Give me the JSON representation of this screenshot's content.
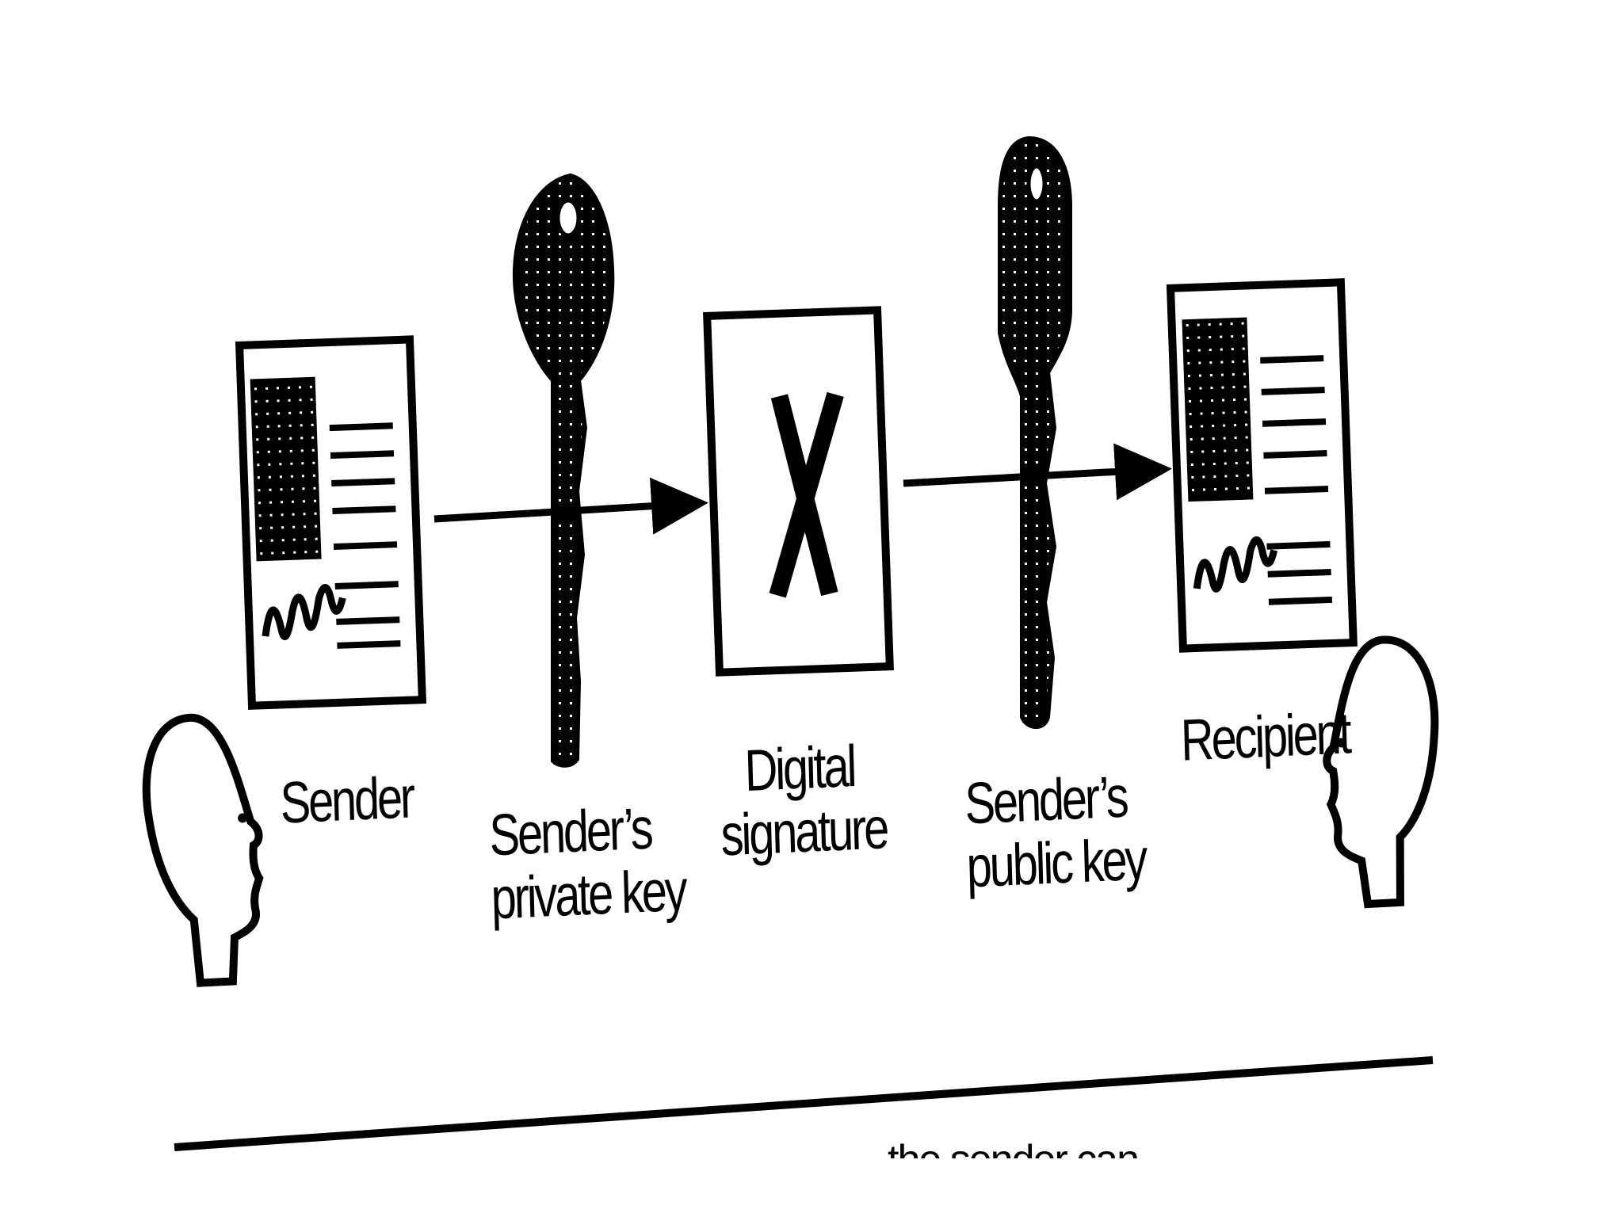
{
  "labels": {
    "sender": "Sender",
    "private_key": [
      "Sender’s",
      "private key"
    ],
    "digital_signature": [
      "Digital",
      "signature"
    ],
    "public_key": [
      "Sender’s",
      "public key"
    ],
    "recipient": "Recipient"
  },
  "signature_glyph": "X",
  "caption_fragment": "the sender can",
  "icons": [
    "sender-head-icon",
    "document-icon",
    "private-key-icon",
    "signature-box-icon",
    "public-key-icon",
    "recipient-head-icon",
    "arrow-icon"
  ],
  "colors": {
    "ink": "#000000",
    "paper": "#ffffff"
  }
}
